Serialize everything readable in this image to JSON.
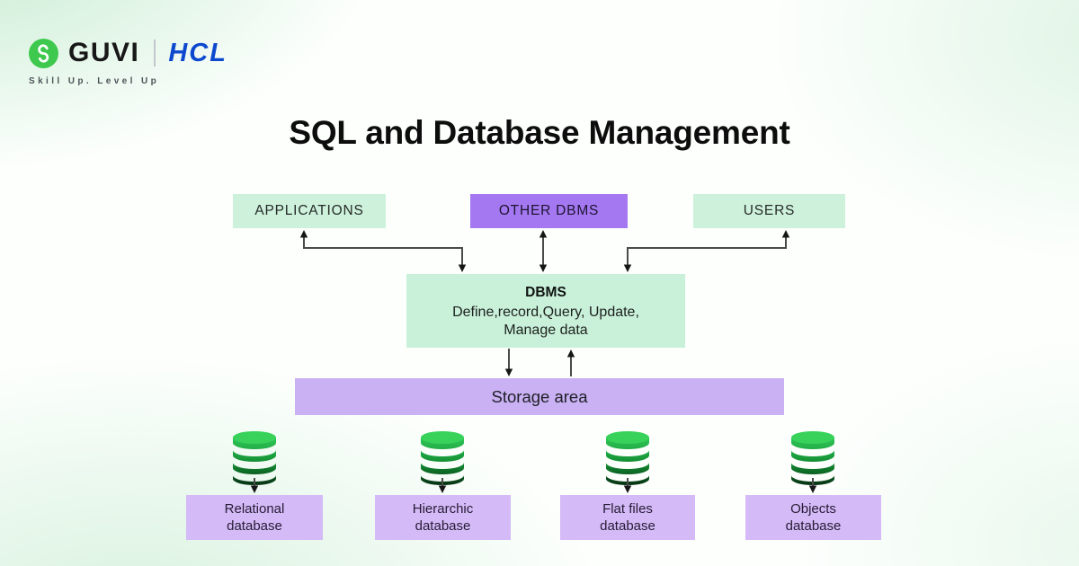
{
  "brand": {
    "guvi": "GUVI",
    "hcl": "HCL",
    "tagline": "Skill Up. Level Up",
    "logo_green": "#3ec94e",
    "hcl_blue": "#0c49cf"
  },
  "title": "SQL and Database Management",
  "diagram": {
    "top_boxes": [
      {
        "label": "APPLICATIONS",
        "color": "#cdf1db"
      },
      {
        "label": "OTHER DBMS",
        "color": "#a478f1"
      },
      {
        "label": "USERS",
        "color": "#cdf1db"
      }
    ],
    "dbms": {
      "title": "DBMS",
      "line1": "Define,record,Query, Update,",
      "line2": "Manage data",
      "color": "#c9f0d9"
    },
    "storage": {
      "label": "Storage area",
      "color": "#c9b1f4"
    },
    "databases": [
      {
        "line1": "Relational",
        "line2": "database"
      },
      {
        "line1": "Hierarchic",
        "line2": "database"
      },
      {
        "line1": "Flat files",
        "line2": "database"
      },
      {
        "line1": "Objects",
        "line2": "database"
      }
    ],
    "database_label_color": "#d4baf6",
    "arrow_color": "#4a4a4a"
  },
  "icons": {
    "logo": "guvi-logo-icon (green circle with white s-curve glyph)",
    "database": "database-icon (stacked green cylinder discs)"
  }
}
